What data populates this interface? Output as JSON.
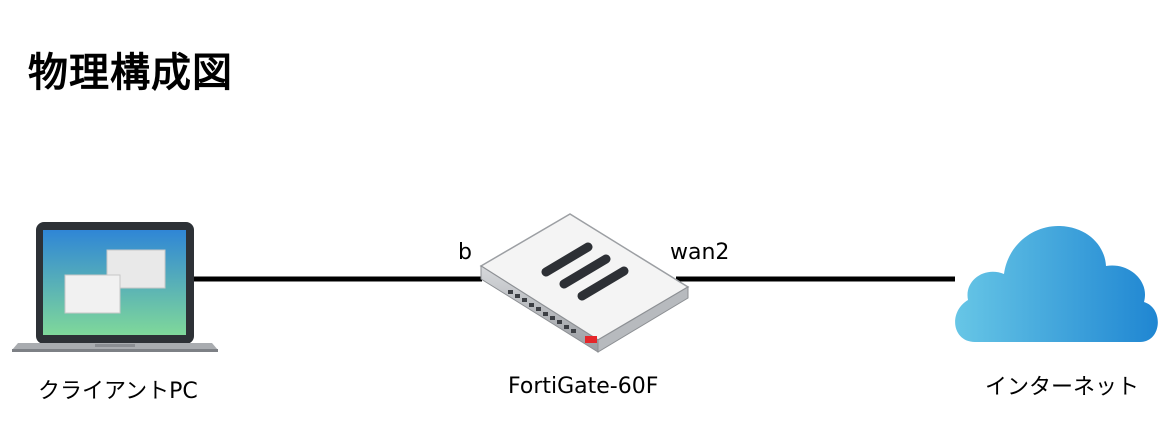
{
  "title": "物理構成図",
  "nodes": {
    "client": {
      "label": "クライアントPC",
      "icon": "laptop-icon"
    },
    "firewall": {
      "label": "FortiGate-60F",
      "icon": "firewall-appliance-icon"
    },
    "internet": {
      "label": "インターネット",
      "icon": "cloud-icon"
    }
  },
  "ports": {
    "client_side": "b",
    "internet_side": "wan2"
  },
  "colors": {
    "link": "#000000",
    "screen_top": "#2f86d6",
    "screen_bottom": "#7fd89a",
    "cloud_light": "#67c6e6",
    "cloud_dark": "#1f86d2",
    "fortinet_red": "#e5262a"
  }
}
